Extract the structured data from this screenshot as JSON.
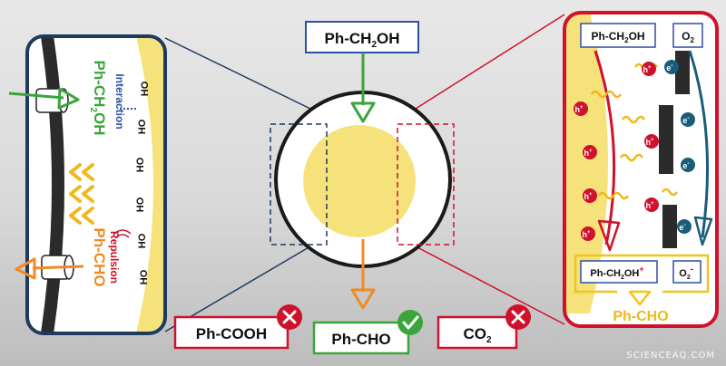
{
  "center": {
    "top_reactant": "Ph-CH",
    "top_reactant_sub": "2",
    "top_reactant_tail": "OH",
    "product_good": "Ph-CHO",
    "product_bad_left": "Ph-COOH",
    "product_bad_right": "CO",
    "product_bad_right_sub": "2"
  },
  "left_panel": {
    "interaction_label": "Interaction",
    "reactant_main": "Ph-CH",
    "reactant_sub": "2",
    "reactant_tail": "OH",
    "repulsion_label": "Repulsion",
    "product": "Ph-CHO",
    "surface_groups": [
      "HO",
      "HO",
      "HO",
      "HO",
      "HO",
      "HO"
    ]
  },
  "right_panel": {
    "reactant_box": "Ph-CH",
    "reactant_box_sub": "2",
    "reactant_box_tail": "OH",
    "oxygen_box": "O",
    "oxygen_box_sub": "2",
    "radical_box": "Ph-CH",
    "radical_box_sub": "2",
    "radical_box_tail": "OH",
    "radical_charge": "+",
    "superoxide_box": "O",
    "superoxide_sub": "2",
    "superoxide_charge": "-",
    "product": "Ph-CHO",
    "hole_label": "h",
    "hole_charge": "+",
    "electron_label": "e",
    "electron_charge": "-"
  },
  "colors": {
    "navy": "#1f3a5f",
    "red_border": "#d0112b",
    "green": "#3aa53a",
    "orange": "#f08a24",
    "yellow": "#f6e27a",
    "blue_box": "#2e4fa3",
    "hole_red": "#d0112b",
    "electron_teal": "#1a5d7a"
  },
  "watermark": "SCIENCEAQ.COM"
}
